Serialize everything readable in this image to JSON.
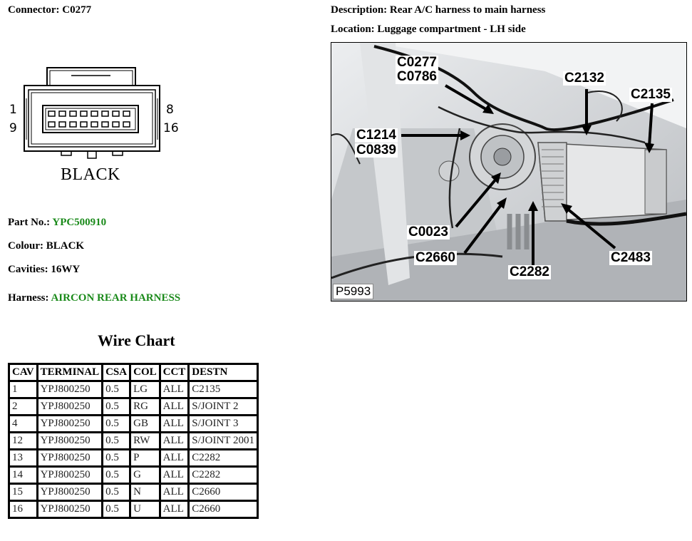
{
  "header": {
    "connector_label": "Connector: C0277",
    "description_label": "Description: Rear A/C harness to main harness",
    "location_label": "Location: Luggage compartment - LH side"
  },
  "connector_face": {
    "pin_1": "1",
    "pin_8": "8",
    "pin_9": "9",
    "pin_16": "16",
    "colour_label": "BLACK"
  },
  "details": {
    "part_no_label": "Part No.:",
    "part_no_value": "YPC500910",
    "colour": "Colour: BLACK",
    "cavities": "Cavities: 16WY",
    "harness_label": "Harness:",
    "harness_value": "AIRCON REAR HARNESS",
    "link_color": "#1a8a1a"
  },
  "photo": {
    "reference": "P5993",
    "callouts": {
      "c0277": "C0277",
      "c0786": "C0786",
      "c1214": "C1214",
      "c0839": "C0839",
      "c2132": "C2132",
      "c2135": "C2135",
      "c0023": "C0023",
      "c2660": "C2660",
      "c2282": "C2282",
      "c2483": "C2483"
    }
  },
  "wire_chart": {
    "title": "Wire Chart",
    "columns": [
      "CAV",
      "TERMINAL",
      "CSA",
      "COL",
      "CCT",
      "DESTN"
    ],
    "rows": [
      [
        "1",
        "YPJ800250",
        "0.5",
        "LG",
        "ALL",
        "C2135"
      ],
      [
        "2",
        "YPJ800250",
        "0.5",
        "RG",
        "ALL",
        "S/JOINT 2"
      ],
      [
        "4",
        "YPJ800250",
        "0.5",
        "GB",
        "ALL",
        "S/JOINT 3"
      ],
      [
        "12",
        "YPJ800250",
        "0.5",
        "RW",
        "ALL",
        "S/JOINT 2001"
      ],
      [
        "13",
        "YPJ800250",
        "0.5",
        "P",
        "ALL",
        "C2282"
      ],
      [
        "14",
        "YPJ800250",
        "0.5",
        "G",
        "ALL",
        "C2282"
      ],
      [
        "15",
        "YPJ800250",
        "0.5",
        "N",
        "ALL",
        "C2660"
      ],
      [
        "16",
        "YPJ800250",
        "0.5",
        "U",
        "ALL",
        "C2660"
      ]
    ]
  }
}
